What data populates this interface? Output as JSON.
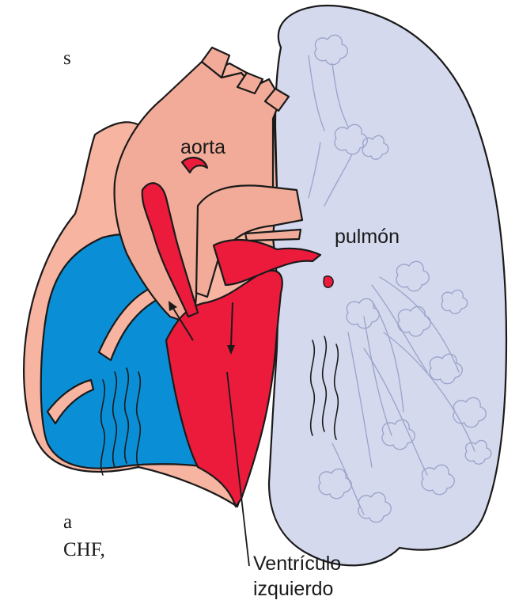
{
  "figure": {
    "labels": {
      "aorta": "aorta",
      "lung": "pulmón",
      "ventricle_line1": "Ventrículo",
      "ventricle_line2": "izquierdo"
    },
    "edge_text": {
      "top_left": "s",
      "bottom_left_1": "a",
      "bottom_left_2": "CHF,"
    },
    "colors": {
      "lung_fill": "#d4d9ee",
      "heart_tissue": "#f6b4a1",
      "aorta_fill": "#f2ab98",
      "blood_red": "#ec1b3b",
      "right_chamber_blue": "#0a8fd6",
      "outline": "#1a1a1a"
    }
  }
}
